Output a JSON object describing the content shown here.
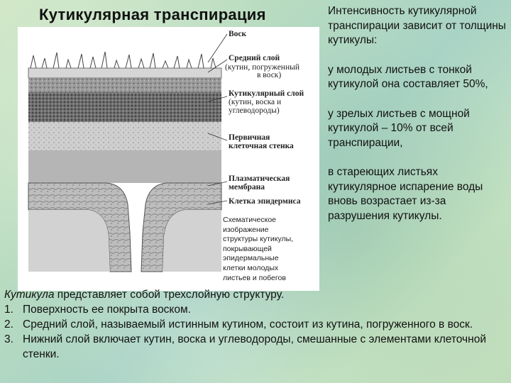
{
  "title": "Кутикулярная транспирация",
  "figure": {
    "labels": {
      "wax": "Воск",
      "middle_layer": "Средний слой",
      "middle_layer_note_1": "(кутин, погруженный",
      "middle_layer_note_2": "в воск)",
      "cuticular_layer": "Кутикулярный слой",
      "cuticular_layer_note_1": "(кутин, воска и",
      "cuticular_layer_note_2": "углеводороды)",
      "primary_wall_1": "Первичная",
      "primary_wall_2": "клеточная стенка",
      "plasma_membrane_1": "Плазматическая",
      "plasma_membrane_2": "мембрана",
      "epidermis_cell": "Клетка эпидермиса"
    },
    "caption": [
      "Схематическое",
      "изображение",
      "структуры кутикулы,",
      "покрывающей",
      "эпидермальные",
      "клетки молодых",
      "листьев и побегов"
    ]
  },
  "right": {
    "p1": "Интенсивность кутикулярной транспирации зависит от толщины кутикулы:",
    "p2": " у молодых листьев с тонкой кутикулой она составляет 50%,",
    "p3": "у зрелых листьев с мощной кутикулой – 10% от всей транспирации,",
    "p4": "в стареющих листьях кутикулярное испарение воды вновь возрастает из-за разрушения кутикулы."
  },
  "bottom": {
    "intro_term": "Кутикула",
    "intro_rest": " представляет собой трехслойную структуру.",
    "items": [
      {
        "num": "1.",
        "text": "Поверхность ее покрыта воском."
      },
      {
        "num": "2.",
        "text": "Средний слой, называемый истинным кутином, состоит из кутина, погруженного в воск."
      },
      {
        "num": "3.",
        "text": "Нижний слой включает кутин, воска и углеводороды, смешанные с элементами клеточной стенки."
      }
    ]
  }
}
